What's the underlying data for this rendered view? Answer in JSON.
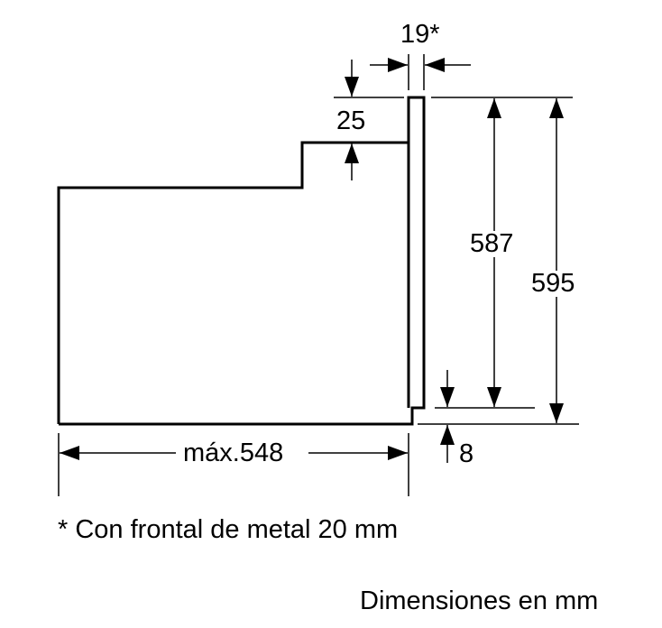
{
  "dimensions": {
    "door_thickness": "19*",
    "top_step": "25",
    "inner_height": "587",
    "total_height": "595",
    "bottom_gap": "8",
    "max_depth": "máx.548"
  },
  "footnote": "* Con frontal de metal 20 mm",
  "units_note": "Dimensiones en mm",
  "colors": {
    "line": "#000000",
    "background": "#ffffff"
  }
}
